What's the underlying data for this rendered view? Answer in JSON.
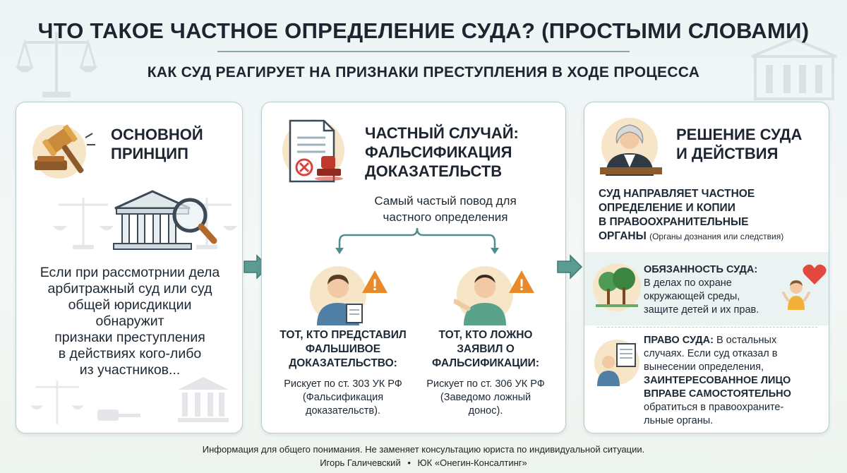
{
  "header": {
    "title": "ЧТО ТАКОЕ ЧАСТНОЕ ОПРЕДЕЛЕНИЕ СУДА? (ПРОСТЫМИ СЛОВАМИ)",
    "subtitle": "КАК СУД РЕАГИРУЕТ НА ПРИЗНАКИ ПРЕСТУПЛЕНИЯ В ХОДЕ ПРОЦЕССА"
  },
  "card1": {
    "title_line1": "ОСНОВНОЙ",
    "title_line2": "ПРИНЦИП",
    "text_lines": [
      "Если при рассмотрнии дела",
      "арбитражный суд или суд",
      "общей юрисдикции",
      "обнаружит",
      "признаки преступления",
      "в действиях кого-либо",
      "из участников..."
    ],
    "icons": [
      "gavel-icon",
      "courthouse-icon",
      "magnifier-icon",
      "scales-icon"
    ]
  },
  "card2": {
    "title_line1": "ЧАСТНЫЙ СЛУЧАЙ:",
    "title_line2": "ФАЛЬСИФИКАЦИЯ",
    "title_line3": "ДОКАЗАТЕЛЬСТВ",
    "lead_line1": "Самый частый повод для",
    "lead_line2": "частного определения",
    "left": {
      "title_line1": "ТОТ, КТО ПРЕДСТАВИЛ",
      "title_line2": "ФАЛЬШИВОЕ",
      "title_line3": "ДОКАЗАТЕЛЬСТВО:",
      "risk_line1": "Рискует по ст. 303 УК РФ",
      "risk_line2": "(Фальсификация",
      "risk_line3": "доказательств)."
    },
    "right": {
      "title_line1": "ТОТ, КТО ЛОЖНО",
      "title_line2": "ЗАЯВИЛ О",
      "title_line3": "ФАЛЬСИФИКАЦИИ:",
      "risk_line1": "Рискует по ст. 306 УК РФ",
      "risk_line2": "(Заведомо ложный",
      "risk_line3": "донос)."
    },
    "warning_sign": "!",
    "icons": [
      "document-stamp-icon",
      "person-with-document-icon",
      "person-pointing-icon",
      "warning-icon"
    ]
  },
  "card3": {
    "title_line1": "РЕШЕНИЕ СУДА",
    "title_line2": "И ДЕЙСТВИЯ",
    "main_line1": "СУД НАПРАВЛЯЕТ ЧАСТНОЕ",
    "main_line2": "ОПРЕДЕЛЕНИЕ И КОПИИ",
    "main_line3": "В ПРАВООХРАНИТЕЛЬНЫЕ",
    "main_line4": "ОРГАНЫ",
    "main_note": "(Органы дознания или следствия)",
    "duty_label": "ОБЯЗАННОСТЬ СУДА:",
    "duty_line1": "В делах по охране",
    "duty_line2": "окружающей среды,",
    "duty_line3": "защите детей и их прав.",
    "right_label": "ПРАВО СУДА:",
    "right_line1_rest": "В остальных",
    "right_line2": "случаях. Если суд отказал в",
    "right_line3": "вынесении определения,",
    "right_bold1": "ЗАИНТЕРЕСОВАННОЕ ЛИЦО",
    "right_bold2": "ВПРАВЕ САМОСТОЯТЕЛЬНО",
    "right_line6": "обратиться в правоохраните-",
    "right_line7": "льные органы.",
    "icons": [
      "judge-icon",
      "trees-icon",
      "heart-icon",
      "child-icon",
      "person-document-icon"
    ]
  },
  "footer": {
    "disclaimer": "Информация для общего понимания. Не заменяет консультацию юриста по индивидуальной ситуации.",
    "author": "Игорь Галичевский",
    "separator": "•",
    "company": "ЮК «Онегин-Консалтинг»"
  },
  "colors": {
    "accent_teal": "#4f8f8b",
    "warning_orange": "#e8892b",
    "heart_red": "#e2483d",
    "gavel_wood": "#b06a2c"
  }
}
